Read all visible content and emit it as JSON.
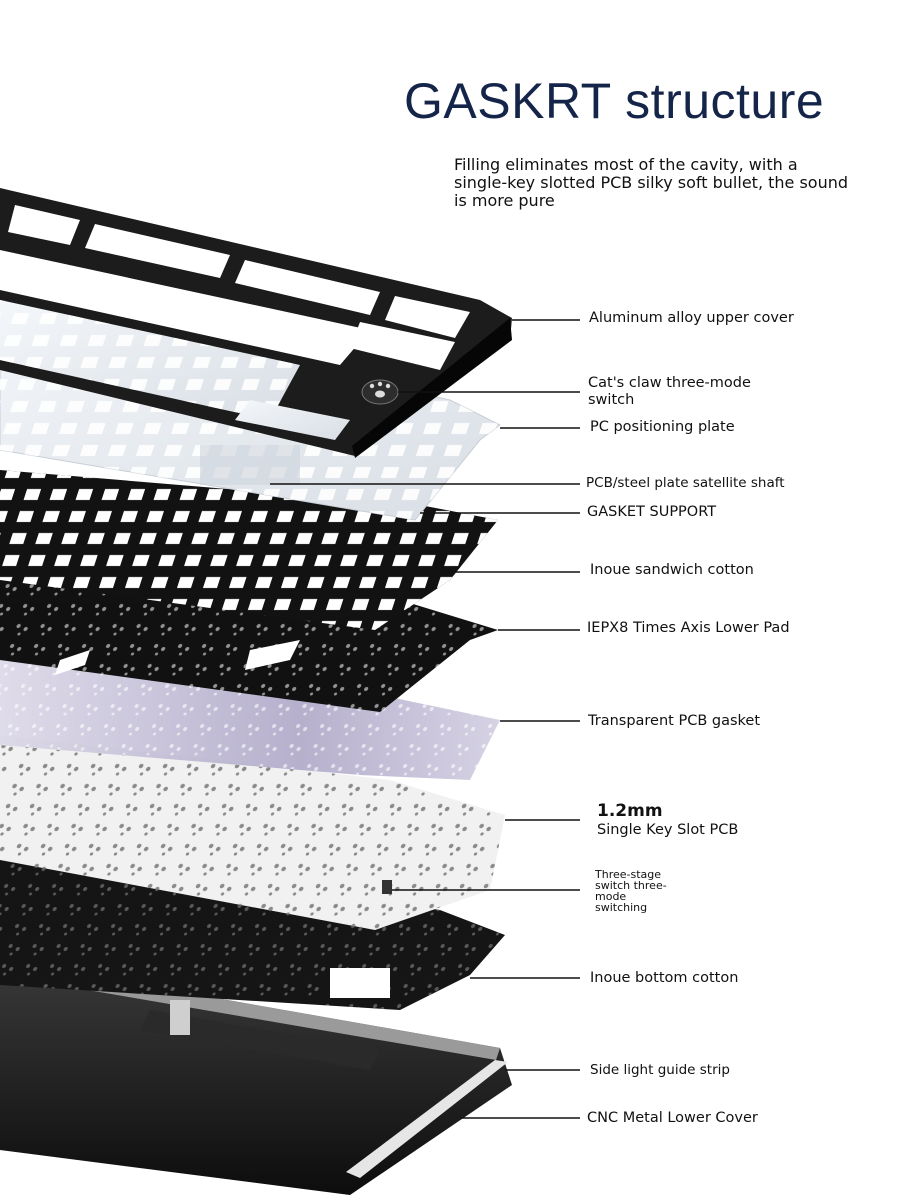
{
  "header": {
    "title": "GASKRT structure",
    "subtitle": "Filling eliminates most of the cavity, with a single-key slotted PCB silky soft bullet, the sound is more pure"
  },
  "layers": [
    {
      "id": "upper-cover",
      "label": "Aluminum alloy upper cover"
    },
    {
      "id": "mode-switch",
      "label": "Cat's claw three-mode switch"
    },
    {
      "id": "pc-plate",
      "label": "PC positioning plate"
    },
    {
      "id": "satellite-shaft",
      "label": "PCB/steel plate satellite shaft"
    },
    {
      "id": "gasket-support",
      "label": "GASKET SUPPORT"
    },
    {
      "id": "sandwich-cotton",
      "label": "Inoue sandwich cotton"
    },
    {
      "id": "axis-lower-pad",
      "label": "IEPX8 Times Axis Lower Pad"
    },
    {
      "id": "pcb-gasket",
      "label": "Transparent PCB gasket"
    },
    {
      "id": "pcb",
      "label_top": "1.2mm",
      "label": "Single Key Slot PCB"
    },
    {
      "id": "three-stage",
      "label": "Three-stage switch three-mode switching"
    },
    {
      "id": "bottom-cotton",
      "label": "Inoue bottom cotton"
    },
    {
      "id": "light-strip",
      "label": "Side light guide strip"
    },
    {
      "id": "lower-cover",
      "label": "CNC Metal Lower Cover"
    }
  ],
  "colors": {
    "title": "#15254a",
    "frame": "#1a1a1a",
    "plate_clear": "#e9eef3",
    "pcb_white": "#f2f2f2",
    "gasket_purple": "#b9b3cf"
  }
}
